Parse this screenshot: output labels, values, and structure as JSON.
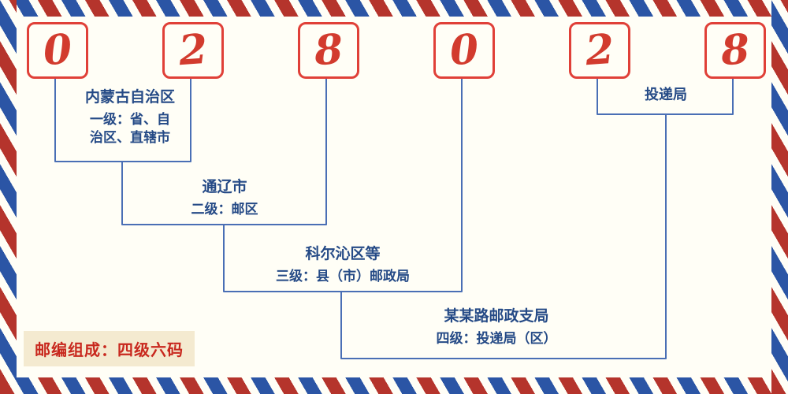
{
  "postal_code": {
    "digits": [
      "0",
      "2",
      "8",
      "0",
      "2",
      "8"
    ]
  },
  "levels": [
    {
      "title": "内蒙古自治区",
      "desc": "一级：省、自治区、直辖市"
    },
    {
      "title": "通辽市",
      "desc": "二级：邮区"
    },
    {
      "title": "科尔沁区等",
      "desc": "三级：县（市）邮政局"
    },
    {
      "title": "某某路邮政支局",
      "desc": "四级：投递局（区）"
    }
  ],
  "delivery_label": "投递局",
  "footer": {
    "text": "邮编组成：四级六码"
  },
  "colors": {
    "digit_red": "#d23b2e",
    "box_border_red": "#e04038",
    "line_blue": "#4a6fb5",
    "label_blue": "#254a86",
    "stripe_red": "#b5342c",
    "stripe_blue": "#2b55a5",
    "footer_red": "#c8281e",
    "footer_background": "#f4ead0",
    "background": "#fffef6"
  }
}
